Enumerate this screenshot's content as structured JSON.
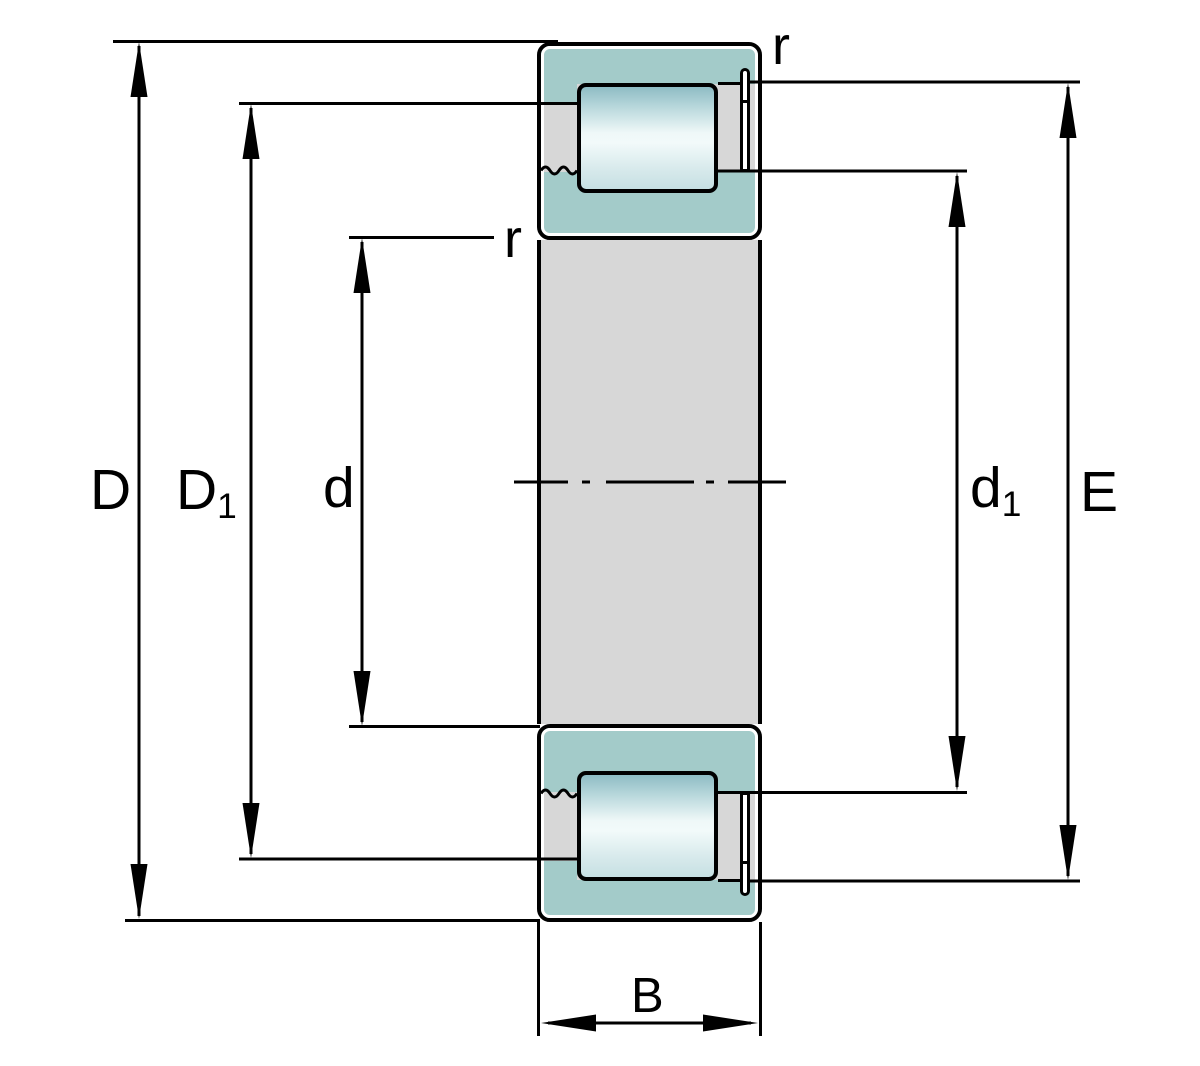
{
  "labels": {
    "D": {
      "main": "D",
      "sub": ""
    },
    "D1": {
      "main": "D",
      "sub": "1"
    },
    "d": {
      "main": "d",
      "sub": ""
    },
    "d1": {
      "main": "d",
      "sub": "1"
    },
    "E": {
      "main": "E",
      "sub": ""
    },
    "B": {
      "main": "B",
      "sub": ""
    },
    "r_outer_corner": "r",
    "r_inner_corner": "r"
  },
  "colors": {
    "ring_fill": "#a3cbc9",
    "steel_fill": "#d7d7d7",
    "roller_highlight": "#f2fafa",
    "outline": "#000000",
    "background": "#ffffff"
  }
}
